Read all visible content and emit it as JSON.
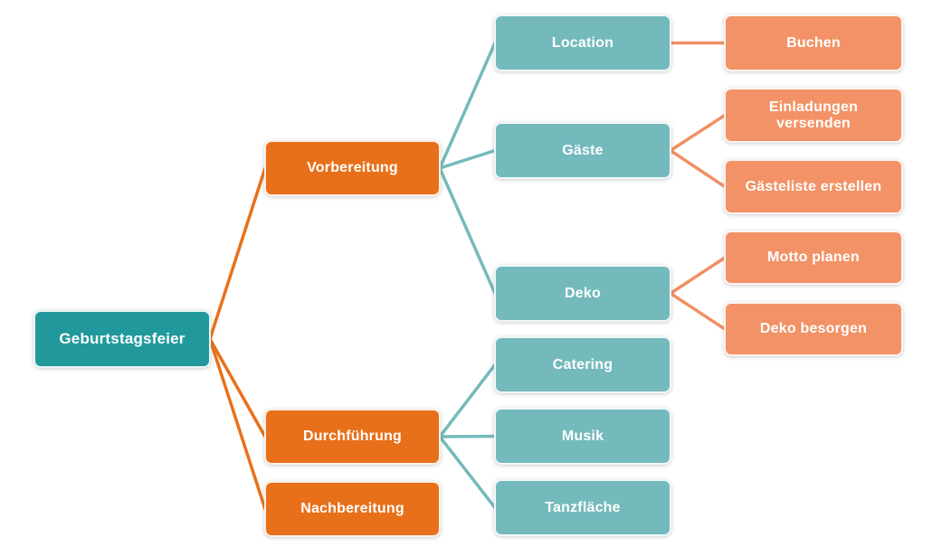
{
  "diagram": {
    "type": "mindmap-tree",
    "nodes": [
      {
        "id": "geburtstagsfeier",
        "label": "Geburtstagsfeier",
        "role": "root"
      },
      {
        "id": "vorbereitung",
        "label": "Vorbereitung",
        "role": "branch"
      },
      {
        "id": "durchfuehrung",
        "label": "Durchführung",
        "role": "branch"
      },
      {
        "id": "nachbereitung",
        "label": "Nachbereitung",
        "role": "branch"
      },
      {
        "id": "location",
        "label": "Location",
        "role": "sub"
      },
      {
        "id": "gaeste",
        "label": "Gäste",
        "role": "sub"
      },
      {
        "id": "deko",
        "label": "Deko",
        "role": "sub"
      },
      {
        "id": "catering",
        "label": "Catering",
        "role": "sub"
      },
      {
        "id": "musik",
        "label": "Musik",
        "role": "sub"
      },
      {
        "id": "tanzflaeche",
        "label": "Tanzfläche",
        "role": "sub"
      },
      {
        "id": "buchen",
        "label": "Buchen",
        "role": "leaf"
      },
      {
        "id": "einladungen-versenden",
        "label": "Einladungen versenden",
        "role": "leaf"
      },
      {
        "id": "gaesteliste-erstellen",
        "label": "Gästeliste erstellen",
        "role": "leaf"
      },
      {
        "id": "motto-planen",
        "label": "Motto planen",
        "role": "leaf"
      },
      {
        "id": "deko-besorgen",
        "label": "Deko besorgen",
        "role": "leaf"
      }
    ],
    "edges": [
      {
        "from": "geburtstagsfeier",
        "to": "vorbereitung",
        "color": "edge_orange_dark"
      },
      {
        "from": "geburtstagsfeier",
        "to": "durchfuehrung",
        "color": "edge_orange_dark"
      },
      {
        "from": "geburtstagsfeier",
        "to": "nachbereitung",
        "color": "edge_orange_dark"
      },
      {
        "from": "vorbereitung",
        "to": "location",
        "color": "edge_teal"
      },
      {
        "from": "vorbereitung",
        "to": "gaeste",
        "color": "edge_teal"
      },
      {
        "from": "vorbereitung",
        "to": "deko",
        "color": "edge_teal"
      },
      {
        "from": "durchfuehrung",
        "to": "catering",
        "color": "edge_teal"
      },
      {
        "from": "durchfuehrung",
        "to": "musik",
        "color": "edge_teal"
      },
      {
        "from": "durchfuehrung",
        "to": "tanzflaeche",
        "color": "edge_teal"
      },
      {
        "from": "location",
        "to": "buchen",
        "color": "edge_orange_light"
      },
      {
        "from": "gaeste",
        "to": "einladungen-versenden",
        "color": "edge_orange_light"
      },
      {
        "from": "gaeste",
        "to": "gaesteliste-erstellen",
        "color": "edge_orange_light"
      },
      {
        "from": "deko",
        "to": "motto-planen",
        "color": "edge_orange_light"
      },
      {
        "from": "deko",
        "to": "deko-besorgen",
        "color": "edge_orange_light"
      }
    ]
  },
  "colors": {
    "background": "#FFFFFF",
    "text": "#FFFFFF",
    "root_fill": "#21999C",
    "branch_fill": "#E8701B",
    "sub_fill": "#74BABD",
    "leaf_fill": "#F29266",
    "edge_orange_dark": "#E8701B",
    "edge_teal": "#74BABD",
    "edge_orange_light": "#F19063"
  }
}
